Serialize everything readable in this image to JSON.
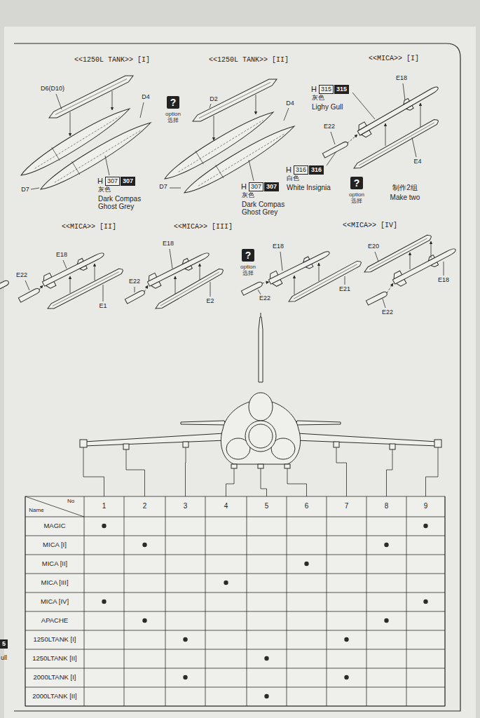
{
  "diagram": {
    "nodes": [
      {
        "text": [
          "307"
        ]
      },
      {
        "text": [
          "307"
        ]
      },
      {
        "text": [
          "?",
          "option 选择"
        ]
      },
      {
        "text": [
          "307"
        ]
      },
      {
        "text": [
          "307"
        ]
      },
      {
        "text": [
          "315"
        ]
      },
      {
        "text": [
          "315"
        ]
      },
      {
        "text": [
          "316"
        ]
      },
      {
        "text": [
          "316"
        ]
      },
      {
        "text": [
          "?",
          "option 选择"
        ]
      },
      {
        "text": [
          "?",
          "option 选择"
        ]
      },
      {
        "text": [
          "5"
        ]
      }
    ],
    "labels": [
      "<<1250L TANK>> [I]",
      "<<1250L TANK>> [II]",
      "<<MICA>> [I]",
      "D6(D10)",
      "D4",
      "D7",
      "H",
      "灰色",
      "Dark Compas Ghost Grey",
      "D2",
      "D4",
      "D7",
      "H",
      "灰色",
      "Dark Compas Ghost Grey",
      "E18",
      "H",
      "灰色",
      "Lighy Gull",
      "E22",
      "H",
      "白色",
      "White Insignia",
      "E4",
      "制作2组",
      "Make two",
      "<<MICA>> [II]",
      "<<MICA>> [III]",
      "<<MICA>> [IV]",
      "E22",
      "E18",
      "E1",
      "E18",
      "E22",
      "E2",
      "E18",
      "E22",
      "E21",
      "E20",
      "E18",
      "E22",
      "No",
      "Name",
      "1",
      "2",
      "3",
      "4",
      "5",
      "6",
      "7",
      "8",
      "9",
      "MAGIC",
      "MICA [I]",
      "MICA [II]",
      "MICA [III]",
      "MICA [IV]",
      "APACHE",
      "1250LTANK [I]",
      "1250LTANK [II]",
      "2000LTANK [I]",
      "2000LTANK [II]",
      "ull"
    ]
  }
}
